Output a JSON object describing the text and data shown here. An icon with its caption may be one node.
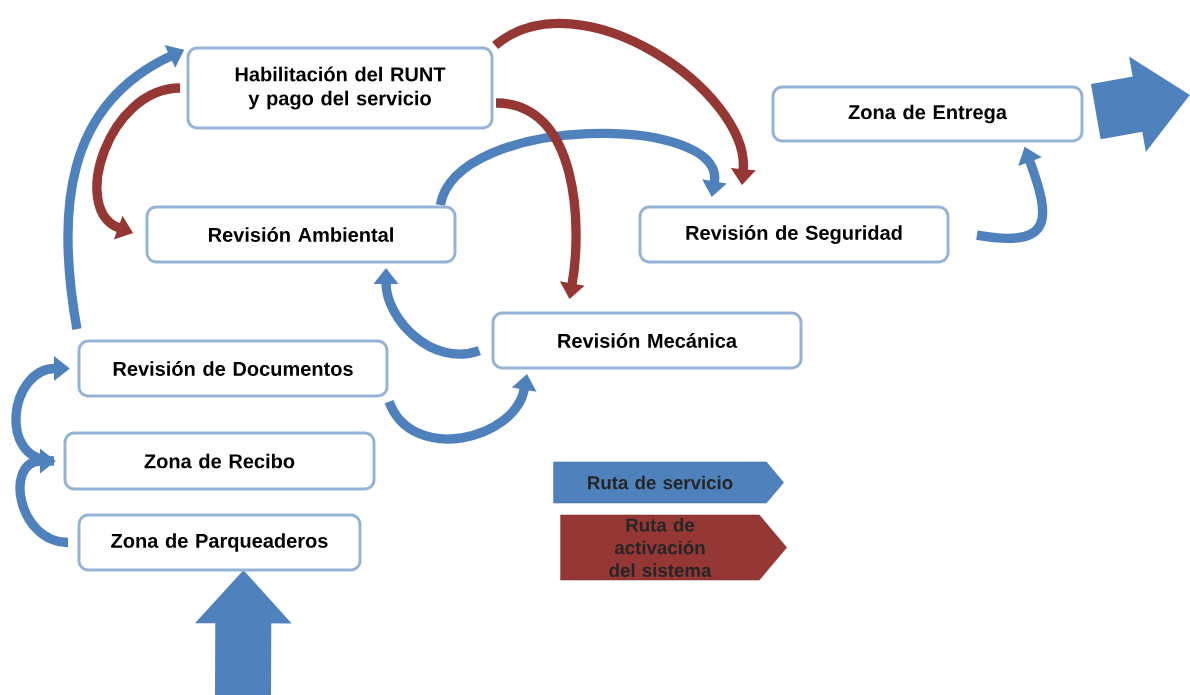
{
  "diagram": {
    "nodes": [
      {
        "text": [
          "Habilitación del RUNT y pago del servicio"
        ]
      },
      {
        "text": [
          "Zona de Entrega"
        ]
      },
      {
        "text": [
          "Revisión Ambiental"
        ]
      },
      {
        "text": [
          "Revisión de Seguridad"
        ]
      },
      {
        "text": [
          "Revisión Mecánica"
        ]
      },
      {
        "text": [
          "Revisión de Documentos"
        ]
      },
      {
        "text": [
          "Zona de Recibo"
        ]
      },
      {
        "text": [
          "Zona de Parqueaderos"
        ]
      }
    ],
    "edges": [
      {
        "from": null,
        "to": 7,
        "arrow": "to",
        "style": "thick"
      },
      {
        "from": 7,
        "to": 6,
        "arrow": "to"
      },
      {
        "from": 6,
        "to": 5,
        "arrow": "to"
      },
      {
        "from": 5,
        "to": 0,
        "arrow": "to"
      },
      {
        "from": 5,
        "to": 4,
        "arrow": "to"
      },
      {
        "from": 4,
        "to": 2,
        "arrow": "to"
      },
      {
        "from": 2,
        "to": 3,
        "arrow": "to"
      },
      {
        "from": 3,
        "to": 1,
        "arrow": "to"
      },
      {
        "from": 0,
        "to": 2,
        "arrow": "to",
        "color": "#953735"
      },
      {
        "from": 0,
        "to": 3,
        "arrow": "to",
        "color": "#953735"
      },
      {
        "from": 0,
        "to": 4,
        "arrow": "to",
        "color": "#953735"
      },
      {
        "from": 1,
        "to": null,
        "arrow": "to",
        "style": "thick"
      }
    ],
    "legend": [
      {
        "text": "Ruta de servicio",
        "color": "#4f81bd"
      },
      {
        "text": "Ruta de activación del sistema",
        "color": "#953735"
      }
    ]
  }
}
